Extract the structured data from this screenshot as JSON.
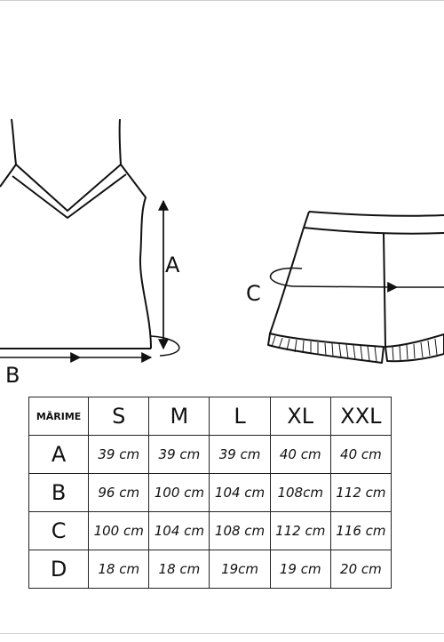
{
  "labels": {
    "a": "A",
    "b": "B",
    "c": "C"
  },
  "table": {
    "corner": "MĂRIME",
    "sizes": [
      "S",
      "M",
      "L",
      "XL",
      "XXL"
    ],
    "rows": [
      {
        "key": "A",
        "values": [
          "39 cm",
          "39 cm",
          "39 cm",
          "40 cm",
          "40 cm"
        ]
      },
      {
        "key": "B",
        "values": [
          "96 cm",
          "100 cm",
          "104 cm",
          "108cm",
          "112 cm"
        ]
      },
      {
        "key": "C",
        "values": [
          "100 cm",
          "104 cm",
          "108 cm",
          "112 cm",
          "116 cm"
        ]
      },
      {
        "key": "D",
        "values": [
          "18 cm",
          "18 cm",
          "19cm",
          "19 cm",
          "20 cm"
        ]
      }
    ]
  },
  "colors": {
    "line": "#111111",
    "border": "#222222"
  }
}
